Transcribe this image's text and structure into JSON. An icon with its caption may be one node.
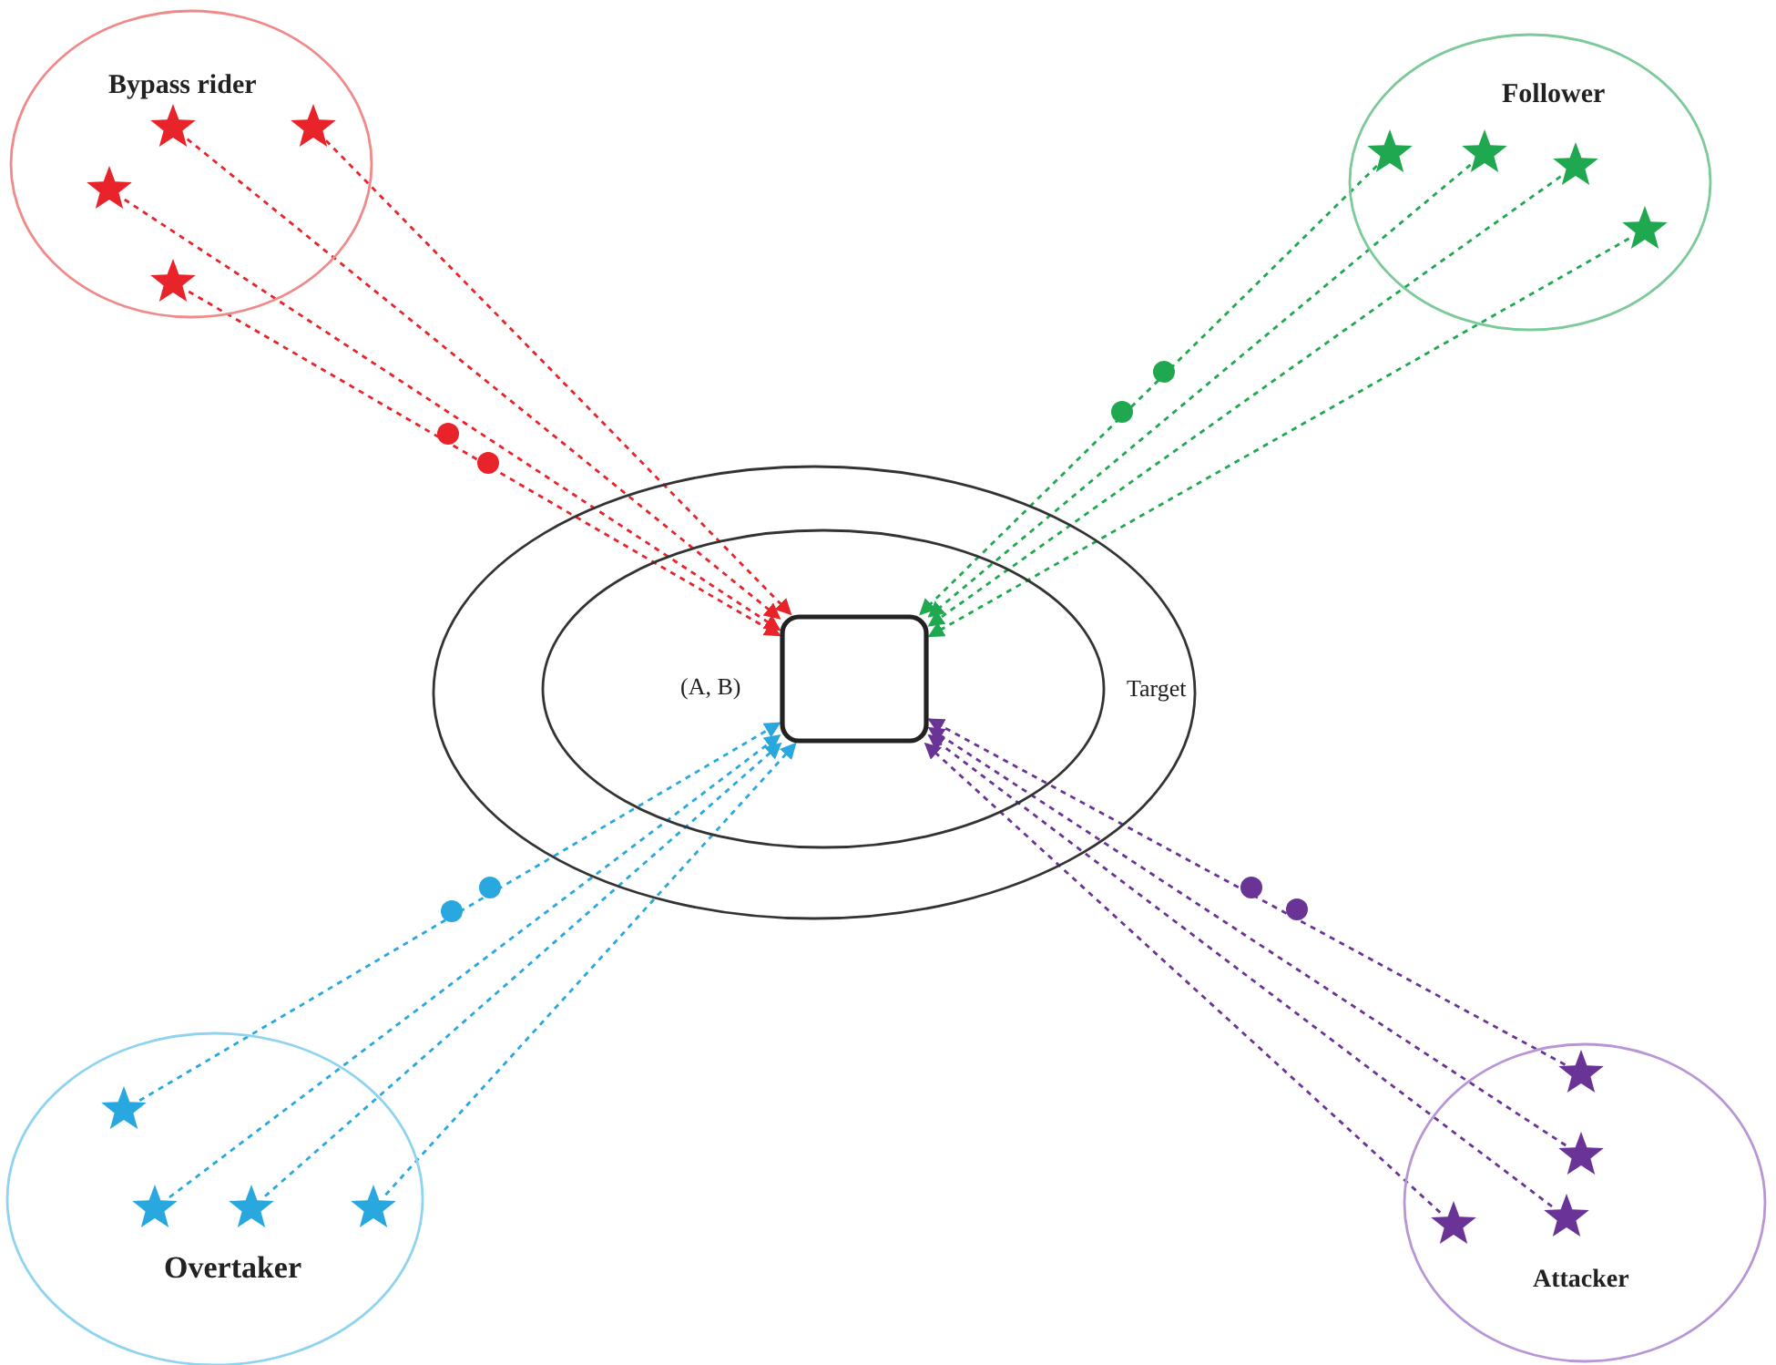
{
  "diagram": {
    "nodes": [
      {
        "text": [
          "Bypass rider"
        ]
      },
      {
        "text": [],
        "shape": "star",
        "in": 0
      },
      {
        "text": [],
        "shape": "star",
        "in": 0
      },
      {
        "text": [],
        "shape": "star",
        "in": 0
      },
      {
        "text": [],
        "shape": "star",
        "in": 0
      },
      {
        "text": [
          "Follower"
        ]
      },
      {
        "text": [],
        "shape": "star",
        "in": 5
      },
      {
        "text": [],
        "shape": "star",
        "in": 5
      },
      {
        "text": [],
        "shape": "star",
        "in": 5
      },
      {
        "text": [],
        "shape": "star",
        "in": 5
      },
      {
        "text": [
          "Target"
        ]
      },
      {
        "text": [],
        "shape": "ellipse",
        "in": 10
      },
      {
        "text": [],
        "shape": "box",
        "in": 11,
        "beside": [
          "(A, B)"
        ]
      },
      {
        "text": [
          "Overtaker"
        ]
      },
      {
        "text": [],
        "shape": "star",
        "in": 13
      },
      {
        "text": [],
        "shape": "star",
        "in": 13
      },
      {
        "text": [],
        "shape": "star",
        "in": 13
      },
      {
        "text": [],
        "shape": "star",
        "in": 13
      },
      {
        "text": [
          "Attacker"
        ]
      },
      {
        "text": [],
        "shape": "star",
        "in": 18
      },
      {
        "text": [],
        "shape": "star",
        "in": 18
      },
      {
        "text": [],
        "shape": "star",
        "in": 18
      },
      {
        "text": [],
        "shape": "star",
        "in": 18
      }
    ],
    "edges": [
      {
        "from": 1,
        "to": 12,
        "arrow": "to",
        "style": "dashed",
        "color": "#e8232a"
      },
      {
        "from": 2,
        "to": 12,
        "arrow": "to",
        "style": "dashed",
        "color": "#e8232a"
      },
      {
        "from": 3,
        "to": 12,
        "arrow": "to",
        "style": "dashed",
        "color": "#e8232a"
      },
      {
        "from": 4,
        "to": 12,
        "arrow": "to",
        "style": "dashed",
        "color": "#e8232a"
      },
      {
        "from": 6,
        "to": 12,
        "arrow": "to",
        "style": "dashed",
        "color": "#1fa84f"
      },
      {
        "from": 7,
        "to": 12,
        "arrow": "to",
        "style": "dashed",
        "color": "#1fa84f"
      },
      {
        "from": 8,
        "to": 12,
        "arrow": "to",
        "style": "dashed",
        "color": "#1fa84f"
      },
      {
        "from": 9,
        "to": 12,
        "arrow": "to",
        "style": "dashed",
        "color": "#1fa84f"
      },
      {
        "from": 14,
        "to": 12,
        "arrow": "to",
        "style": "dashed",
        "color": "#29a8e0"
      },
      {
        "from": 15,
        "to": 12,
        "arrow": "to",
        "style": "dashed",
        "color": "#29a8e0"
      },
      {
        "from": 16,
        "to": 12,
        "arrow": "to",
        "style": "dashed",
        "color": "#29a8e0"
      },
      {
        "from": 17,
        "to": 12,
        "arrow": "to",
        "style": "dashed",
        "color": "#29a8e0"
      },
      {
        "from": 19,
        "to": 12,
        "arrow": "to",
        "style": "dashed",
        "color": "#6a3496"
      },
      {
        "from": 20,
        "to": 12,
        "arrow": "to",
        "style": "dashed",
        "color": "#6a3496"
      },
      {
        "from": 21,
        "to": 12,
        "arrow": "to",
        "style": "dashed",
        "color": "#6a3496"
      },
      {
        "from": 22,
        "to": 12,
        "arrow": "to",
        "style": "dashed",
        "color": "#6a3496"
      }
    ]
  }
}
